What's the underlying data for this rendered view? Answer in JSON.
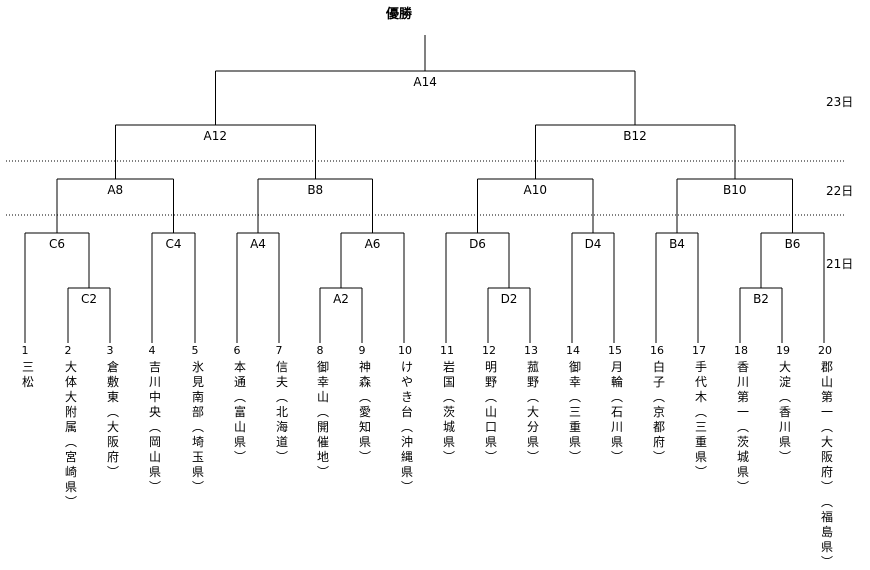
{
  "title": "優勝",
  "days": [
    "23日",
    "22日",
    "21日"
  ],
  "teams": [
    {
      "num": "1",
      "name": "三松"
    },
    {
      "num": "2",
      "name": "大体大附属(宮崎県)"
    },
    {
      "num": "3",
      "name": "倉敷東(大阪府)"
    },
    {
      "num": "4",
      "name": "吉川中央(岡山県)"
    },
    {
      "num": "5",
      "name": "氷見南部(埼玉県)"
    },
    {
      "num": "6",
      "name": "本通(富山県)"
    },
    {
      "num": "7",
      "name": "信夫(北海道)"
    },
    {
      "num": "8",
      "name": "御幸山(開催地)"
    },
    {
      "num": "9",
      "name": "神森(愛知県)"
    },
    {
      "num": "10",
      "name": "けやき台(沖縄県)"
    },
    {
      "num": "11",
      "name": "岩国(茨城県)"
    },
    {
      "num": "12",
      "name": "明野(山口県)"
    },
    {
      "num": "13",
      "name": "菰野(大分県)"
    },
    {
      "num": "14",
      "name": "御幸(三重県)"
    },
    {
      "num": "15",
      "name": "月輪(石川県)"
    },
    {
      "num": "16",
      "name": "白子(京都府)"
    },
    {
      "num": "17",
      "name": "手代木(三重県)"
    },
    {
      "num": "18",
      "name": "香川第一(茨城県)"
    },
    {
      "num": "19",
      "name": "大淀(香川県)"
    },
    {
      "num": "20",
      "name": "郡山第一(大阪府)(福島県)"
    }
  ],
  "matches": [
    "C2",
    "A2",
    "D2",
    "B2",
    "C6",
    "C4",
    "A4",
    "A6",
    "D6",
    "D4",
    "B4",
    "B6",
    "A8",
    "B8",
    "A10",
    "B10",
    "A12",
    "B12",
    "A14"
  ]
}
